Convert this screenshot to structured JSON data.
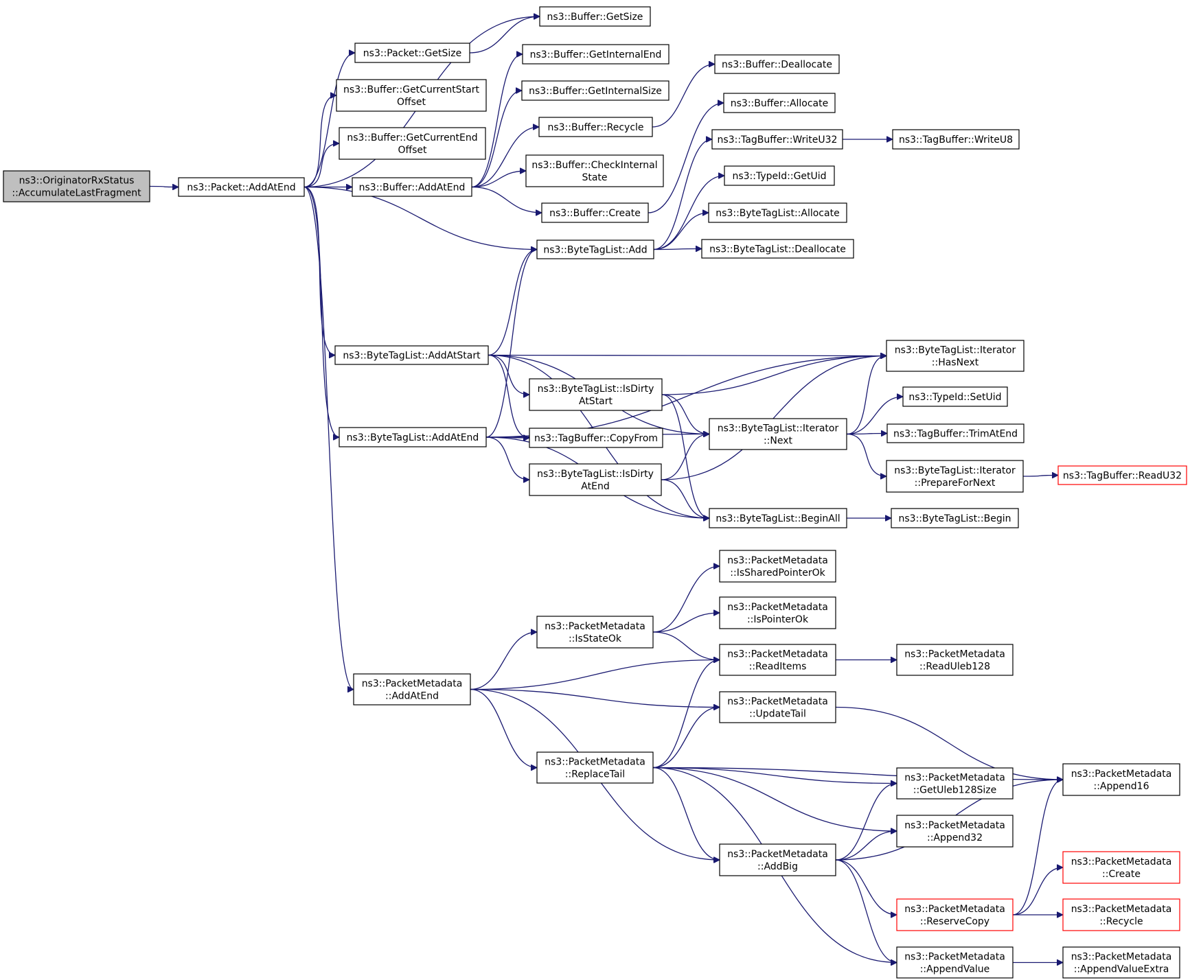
{
  "colors": {
    "edge": "#191970",
    "root_fill": "#bfbfbf",
    "truncated_border": "#ff0000"
  },
  "nodes": [
    {
      "id": "root",
      "lines": [
        "ns3::OriginatorRxStatus",
        "::AccumulateLastFragment"
      ],
      "style": "root"
    },
    {
      "id": "pkt_addatend",
      "lines": [
        "ns3::Packet::AddAtEnd"
      ]
    },
    {
      "id": "buf_getsize",
      "lines": [
        "ns3::Buffer::GetSize"
      ]
    },
    {
      "id": "pkt_getsize",
      "lines": [
        "ns3::Packet::GetSize"
      ]
    },
    {
      "id": "buf_curstart",
      "lines": [
        "ns3::Buffer::GetCurrentStart",
        "Offset"
      ]
    },
    {
      "id": "buf_curend",
      "lines": [
        "ns3::Buffer::GetCurrentEnd",
        "Offset"
      ]
    },
    {
      "id": "buf_addatend",
      "lines": [
        "ns3::Buffer::AddAtEnd"
      ]
    },
    {
      "id": "buf_intend",
      "lines": [
        "ns3::Buffer::GetInternalEnd"
      ]
    },
    {
      "id": "buf_intsize",
      "lines": [
        "ns3::Buffer::GetInternalSize"
      ]
    },
    {
      "id": "buf_recycle",
      "lines": [
        "ns3::Buffer::Recycle"
      ]
    },
    {
      "id": "buf_checkint",
      "lines": [
        "ns3::Buffer::CheckInternal",
        "State"
      ]
    },
    {
      "id": "buf_create",
      "lines": [
        "ns3::Buffer::Create"
      ]
    },
    {
      "id": "buf_dealloc",
      "lines": [
        "ns3::Buffer::Deallocate"
      ]
    },
    {
      "id": "buf_alloc",
      "lines": [
        "ns3::Buffer::Allocate"
      ]
    },
    {
      "id": "tb_writeu32",
      "lines": [
        "ns3::TagBuffer::WriteU32"
      ]
    },
    {
      "id": "tb_writeu8",
      "lines": [
        "ns3::TagBuffer::WriteU8"
      ]
    },
    {
      "id": "tid_getuid",
      "lines": [
        "ns3::TypeId::GetUid"
      ]
    },
    {
      "id": "btl_alloc",
      "lines": [
        "ns3::ByteTagList::Allocate"
      ]
    },
    {
      "id": "btl_add",
      "lines": [
        "ns3::ByteTagList::Add"
      ]
    },
    {
      "id": "btl_dealloc",
      "lines": [
        "ns3::ByteTagList::Deallocate"
      ]
    },
    {
      "id": "btl_addatstart",
      "lines": [
        "ns3::ByteTagList::AddAtStart"
      ]
    },
    {
      "id": "btl_it_hasnext",
      "lines": [
        "ns3::ByteTagList::Iterator",
        "::HasNext"
      ]
    },
    {
      "id": "btl_dirtystart",
      "lines": [
        "ns3::ByteTagList::IsDirty",
        "AtStart"
      ]
    },
    {
      "id": "tid_setuid",
      "lines": [
        "ns3::TypeId::SetUid"
      ]
    },
    {
      "id": "btl_addatend",
      "lines": [
        "ns3::ByteTagList::AddAtEnd"
      ]
    },
    {
      "id": "tb_copyfrom",
      "lines": [
        "ns3::TagBuffer::CopyFrom"
      ]
    },
    {
      "id": "btl_it_next",
      "lines": [
        "ns3::ByteTagList::Iterator",
        "::Next"
      ]
    },
    {
      "id": "tb_trimatend",
      "lines": [
        "ns3::TagBuffer::TrimAtEnd"
      ]
    },
    {
      "id": "btl_dirtyend",
      "lines": [
        "ns3::ByteTagList::IsDirty",
        "AtEnd"
      ]
    },
    {
      "id": "btl_it_prep",
      "lines": [
        "ns3::ByteTagList::Iterator",
        "::PrepareForNext"
      ]
    },
    {
      "id": "tb_readu32",
      "lines": [
        "ns3::TagBuffer::ReadU32"
      ],
      "style": "trunc"
    },
    {
      "id": "btl_beginall",
      "lines": [
        "ns3::ByteTagList::BeginAll"
      ]
    },
    {
      "id": "btl_begin",
      "lines": [
        "ns3::ByteTagList::Begin"
      ]
    },
    {
      "id": "pm_issharedok",
      "lines": [
        "ns3::PacketMetadata",
        "::IsSharedPointerOk"
      ]
    },
    {
      "id": "pm_ispointerok",
      "lines": [
        "ns3::PacketMetadata",
        "::IsPointerOk"
      ]
    },
    {
      "id": "pm_isstateok",
      "lines": [
        "ns3::PacketMetadata",
        "::IsStateOk"
      ]
    },
    {
      "id": "pm_readitems",
      "lines": [
        "ns3::PacketMetadata",
        "::ReadItems"
      ]
    },
    {
      "id": "pm_readuleb",
      "lines": [
        "ns3::PacketMetadata",
        "::ReadUleb128"
      ]
    },
    {
      "id": "pm_addatend",
      "lines": [
        "ns3::PacketMetadata",
        "::AddAtEnd"
      ]
    },
    {
      "id": "pm_updatetail",
      "lines": [
        "ns3::PacketMetadata",
        "::UpdateTail"
      ]
    },
    {
      "id": "pm_replacetail",
      "lines": [
        "ns3::PacketMetadata",
        "::ReplaceTail"
      ]
    },
    {
      "id": "pm_append16",
      "lines": [
        "ns3::PacketMetadata",
        "::Append16"
      ]
    },
    {
      "id": "pm_getulebsize",
      "lines": [
        "ns3::PacketMetadata",
        "::GetUleb128Size"
      ]
    },
    {
      "id": "pm_append32",
      "lines": [
        "ns3::PacketMetadata",
        "::Append32"
      ]
    },
    {
      "id": "pm_addbig",
      "lines": [
        "ns3::PacketMetadata",
        "::AddBig"
      ]
    },
    {
      "id": "pm_create",
      "lines": [
        "ns3::PacketMetadata",
        "::Create"
      ],
      "style": "trunc"
    },
    {
      "id": "pm_reservecopy",
      "lines": [
        "ns3::PacketMetadata",
        "::ReserveCopy"
      ],
      "style": "trunc"
    },
    {
      "id": "pm_recycle",
      "lines": [
        "ns3::PacketMetadata",
        "::Recycle"
      ],
      "style": "trunc"
    },
    {
      "id": "pm_appendvalue",
      "lines": [
        "ns3::PacketMetadata",
        "::AppendValue"
      ]
    },
    {
      "id": "pm_appendvalueextra",
      "lines": [
        "ns3::PacketMetadata",
        "::AppendValueExtra"
      ]
    }
  ],
  "edges": [
    [
      "root",
      "pkt_addatend"
    ],
    [
      "pkt_addatend",
      "buf_getsize"
    ],
    [
      "pkt_addatend",
      "pkt_getsize"
    ],
    [
      "pkt_getsize",
      "buf_getsize"
    ],
    [
      "pkt_addatend",
      "buf_curstart"
    ],
    [
      "pkt_addatend",
      "buf_curend"
    ],
    [
      "pkt_addatend",
      "buf_addatend"
    ],
    [
      "pkt_addatend",
      "btl_add"
    ],
    [
      "pkt_addatend",
      "btl_addatstart"
    ],
    [
      "pkt_addatend",
      "btl_addatend"
    ],
    [
      "pkt_addatend",
      "pm_addatend"
    ],
    [
      "buf_addatend",
      "buf_intend"
    ],
    [
      "buf_addatend",
      "buf_intsize"
    ],
    [
      "buf_addatend",
      "buf_recycle"
    ],
    [
      "buf_addatend",
      "buf_checkint"
    ],
    [
      "buf_addatend",
      "buf_create"
    ],
    [
      "buf_recycle",
      "buf_dealloc"
    ],
    [
      "buf_create",
      "buf_alloc"
    ],
    [
      "btl_add",
      "tb_writeu32"
    ],
    [
      "btl_add",
      "tid_getuid"
    ],
    [
      "btl_add",
      "btl_alloc"
    ],
    [
      "btl_add",
      "btl_dealloc"
    ],
    [
      "tb_writeu32",
      "tb_writeu8"
    ],
    [
      "btl_addatstart",
      "btl_add"
    ],
    [
      "btl_addatstart",
      "btl_it_hasnext"
    ],
    [
      "btl_addatstart",
      "btl_dirtystart"
    ],
    [
      "btl_addatstart",
      "tb_copyfrom"
    ],
    [
      "btl_addatstart",
      "btl_it_next"
    ],
    [
      "btl_addatstart",
      "btl_beginall"
    ],
    [
      "btl_addatend",
      "btl_add"
    ],
    [
      "btl_addatend",
      "btl_it_hasnext"
    ],
    [
      "btl_addatend",
      "tb_copyfrom"
    ],
    [
      "btl_addatend",
      "btl_dirtyend"
    ],
    [
      "btl_addatend",
      "btl_it_next"
    ],
    [
      "btl_addatend",
      "btl_beginall"
    ],
    [
      "btl_dirtystart",
      "btl_it_hasnext"
    ],
    [
      "btl_dirtystart",
      "btl_it_next"
    ],
    [
      "btl_dirtystart",
      "btl_beginall"
    ],
    [
      "btl_dirtyend",
      "btl_it_hasnext"
    ],
    [
      "btl_dirtyend",
      "btl_it_next"
    ],
    [
      "btl_dirtyend",
      "btl_beginall"
    ],
    [
      "btl_it_next",
      "btl_it_hasnext"
    ],
    [
      "btl_it_next",
      "tid_setuid"
    ],
    [
      "btl_it_next",
      "tb_trimatend"
    ],
    [
      "btl_it_next",
      "btl_it_prep"
    ],
    [
      "btl_it_prep",
      "tb_readu32"
    ],
    [
      "btl_beginall",
      "btl_begin"
    ],
    [
      "pm_addatend",
      "pm_isstateok"
    ],
    [
      "pm_addatend",
      "pm_readitems"
    ],
    [
      "pm_addatend",
      "pm_updatetail"
    ],
    [
      "pm_addatend",
      "pm_replacetail"
    ],
    [
      "pm_addatend",
      "pm_addbig"
    ],
    [
      "pm_isstateok",
      "pm_issharedok"
    ],
    [
      "pm_isstateok",
      "pm_ispointerok"
    ],
    [
      "pm_isstateok",
      "pm_readitems"
    ],
    [
      "pm_readitems",
      "pm_readuleb"
    ],
    [
      "pm_updatetail",
      "pm_append16"
    ],
    [
      "pm_replacetail",
      "pm_readitems"
    ],
    [
      "pm_replacetail",
      "pm_updatetail"
    ],
    [
      "pm_replacetail",
      "pm_append16"
    ],
    [
      "pm_replacetail",
      "pm_getulebsize"
    ],
    [
      "pm_replacetail",
      "pm_append32"
    ],
    [
      "pm_replacetail",
      "pm_addbig"
    ],
    [
      "pm_replacetail",
      "pm_appendvalue"
    ],
    [
      "pm_addbig",
      "pm_getulebsize"
    ],
    [
      "pm_addbig",
      "pm_append32"
    ],
    [
      "pm_addbig",
      "pm_append16"
    ],
    [
      "pm_addbig",
      "pm_reservecopy"
    ],
    [
      "pm_addbig",
      "pm_appendvalue"
    ],
    [
      "pm_reservecopy",
      "pm_create"
    ],
    [
      "pm_reservecopy",
      "pm_recycle"
    ],
    [
      "pm_reservecopy",
      "pm_append16"
    ],
    [
      "pm_appendvalue",
      "pm_appendvalueextra"
    ]
  ]
}
